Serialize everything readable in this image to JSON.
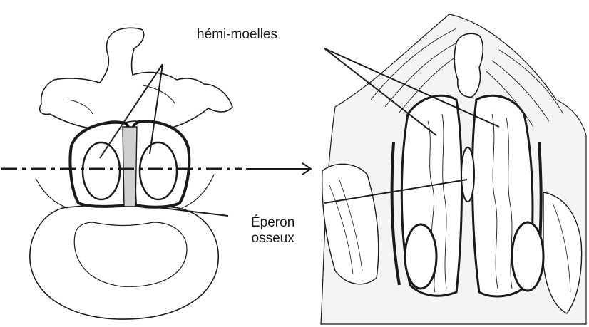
{
  "labels": {
    "hemi_moelles": "hémi-moelles",
    "eperon_line1": "Éperon",
    "eperon_line2": "osseux"
  },
  "colors": {
    "ink": "#1a1a1a",
    "background": "#ffffff",
    "shade": "#8a8a8a"
  }
}
